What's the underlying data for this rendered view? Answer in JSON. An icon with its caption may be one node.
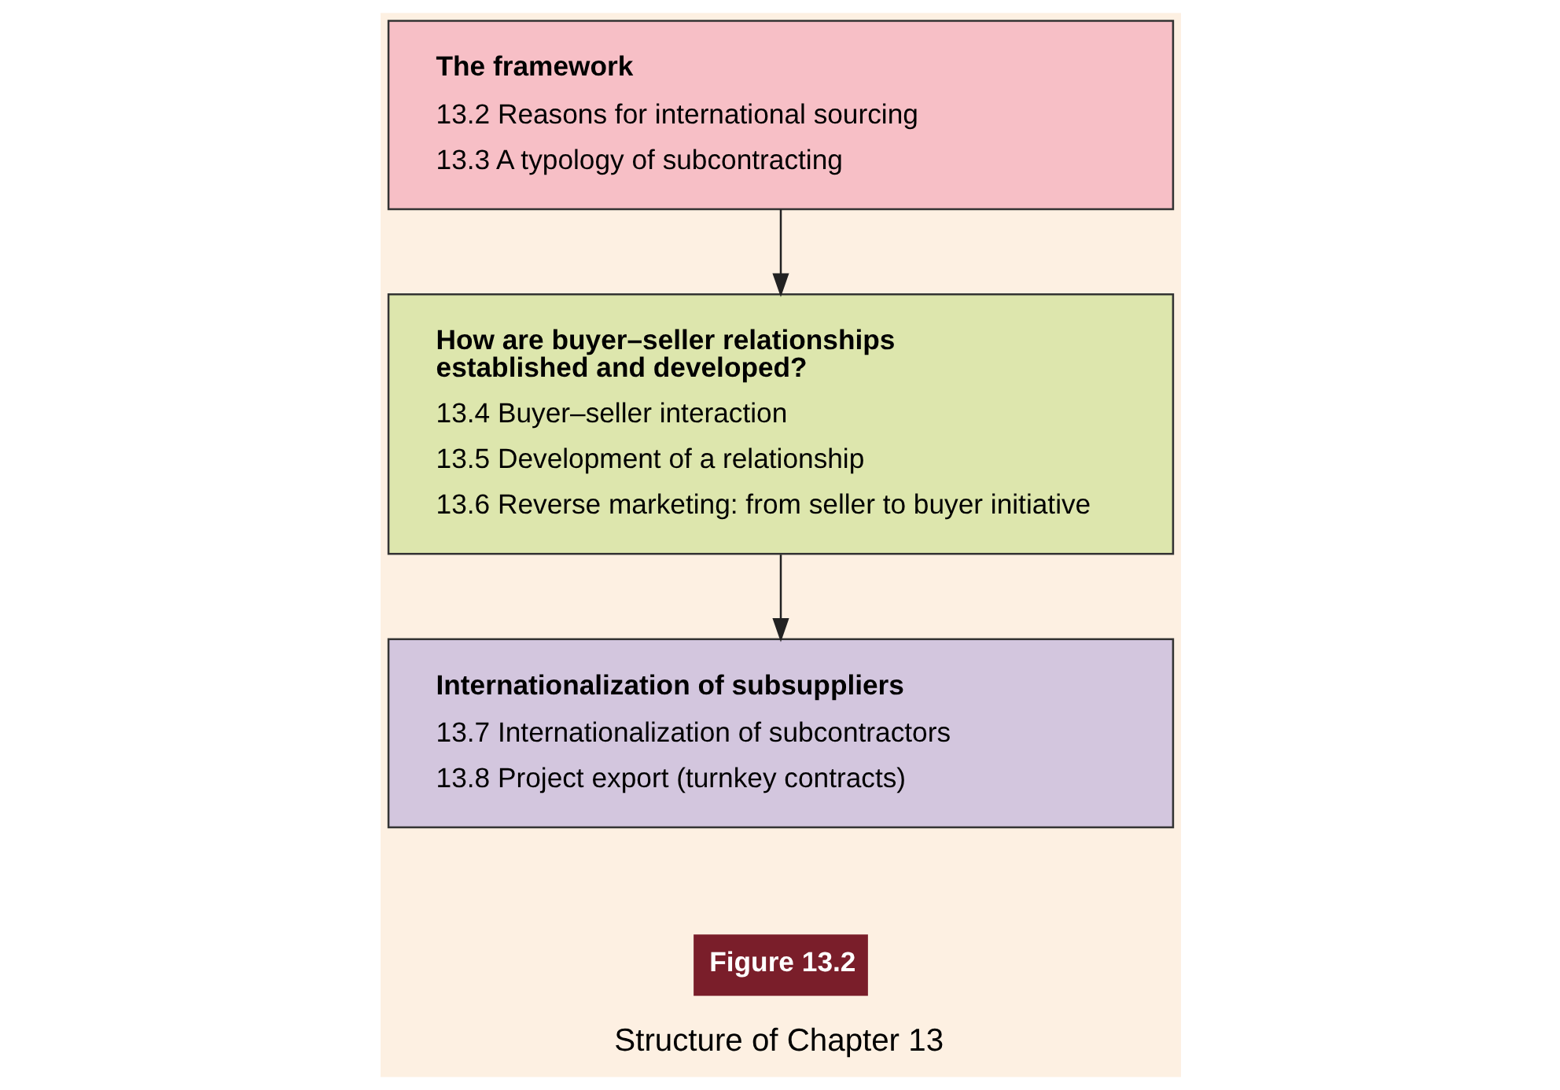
{
  "diagram": {
    "caption": "Structure of Chapter 13",
    "nodes": [
      {
        "text": [
          "The framework",
          "13.2 Reasons for international sourcing",
          "13.3 A typology of subcontracting"
        ]
      },
      {
        "text": [
          "How are buyer–seller relationships established and developed?",
          "13.4 Buyer–seller interaction",
          "13.5 Development of a relationship",
          "13.6 Reverse marketing: from seller to buyer initiative"
        ]
      },
      {
        "text": [
          "Internationalization of subsuppliers",
          "13.7 Internationalization of subcontractors",
          "13.8 Project export (turnkey contracts)"
        ]
      }
    ],
    "edges": [
      {
        "from": 0,
        "to": 1,
        "arrow": "to"
      },
      {
        "from": 1,
        "to": 2,
        "arrow": "to"
      }
    ],
    "labels": [
      "Figure 13.2"
    ]
  }
}
